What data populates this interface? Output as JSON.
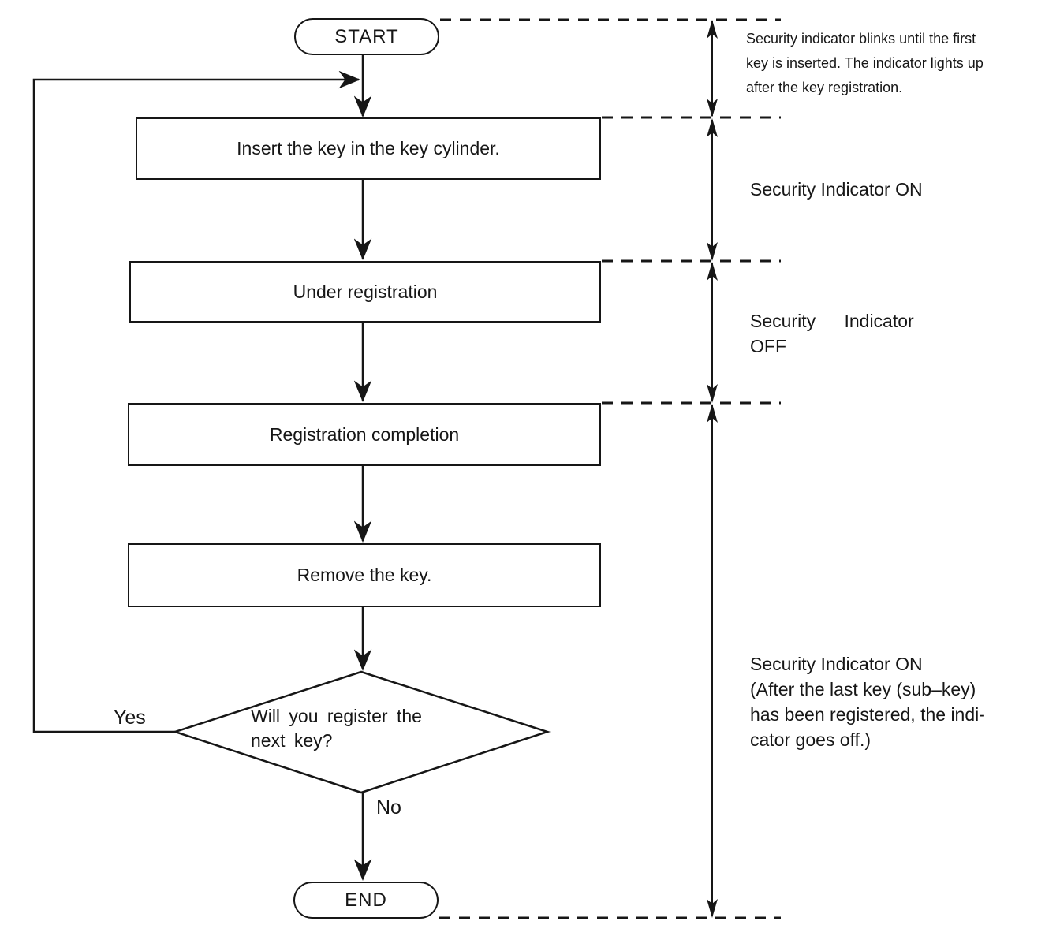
{
  "flowchart": {
    "start_label": "START",
    "end_label": "END",
    "steps": [
      "Insert the key in the key cylinder.",
      "Under registration",
      "Registration completion",
      "Remove the key."
    ],
    "decision_question": "Will you register the\nnext key?",
    "yes_label": "Yes",
    "no_label": "No"
  },
  "annotations": {
    "blink_note": "Security indicator blinks until the first\nkey is inserted. The indicator lights up\nafter the key registration.",
    "indicator_on": "Security Indicator ON",
    "indicator_off_line1": "Security Indicator",
    "indicator_off_line2": "OFF",
    "indicator_on_end": "Security Indicator ON\n(After the last key (sub–key)\nhas been registered, the indi-\ncator goes off.)"
  },
  "colors": {
    "ink": "#161616",
    "background": "#ffffff"
  }
}
